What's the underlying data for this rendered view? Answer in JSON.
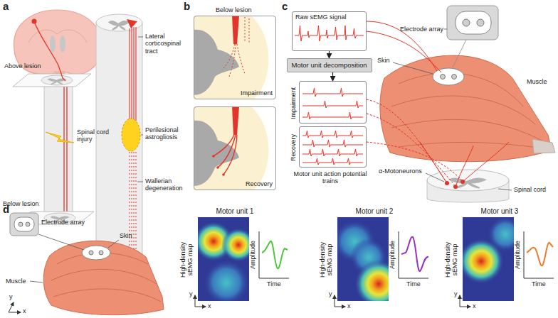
{
  "diagram": {
    "nodes": [
      {
        "text": [
          "Below lesion",
          "Impairment"
        ]
      },
      {
        "text": [
          "Recovery"
        ]
      },
      {
        "text": [
          "Raw sEMG signal"
        ]
      },
      {
        "text": [
          "Motor unit decomposition"
        ]
      },
      {
        "text": [
          "Impairment"
        ]
      },
      {
        "text": [
          "Recovery"
        ]
      }
    ],
    "edges": [
      {
        "from": 2,
        "to": 3,
        "arrow": "to"
      },
      {
        "from": 3,
        "to": 4,
        "arrow": "to"
      }
    ],
    "labels": [
      "a",
      "Above lesion",
      "Below lesion",
      "Spinal cord injury",
      "Lateral corticospinal tract",
      "Perilesional astrogliosis",
      "Wallerian degeneration",
      "b",
      "c",
      "Motor unit action potential trains",
      "Electrode array",
      "Skin",
      "Muscle",
      "α-Motoneurons",
      "Spinal cord",
      "d",
      "Electrode array",
      "Skin",
      "Muscle",
      "x",
      "y",
      "Motor unit 1",
      "High-density sEMG map",
      "Amplitude",
      "Time",
      "x",
      "y",
      "Motor unit 2",
      "High-density sEMG map",
      "Amplitude",
      "Time",
      "x",
      "y",
      "Motor unit 3",
      "High-density sEMG map",
      "Amplitude",
      "Time",
      "x",
      "y"
    ]
  }
}
